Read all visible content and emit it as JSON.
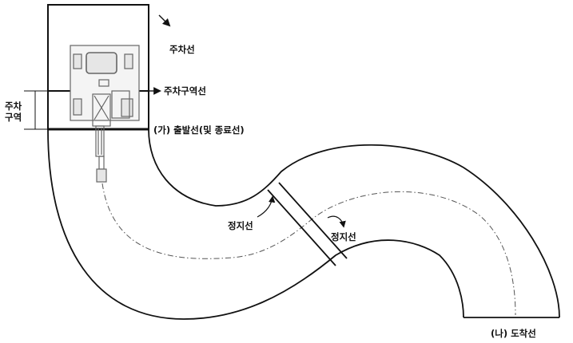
{
  "labels": {
    "parking_line": "주차선",
    "parking_zone_line": "주차구역선",
    "parking_zone_left": [
      "주차",
      "구역"
    ],
    "start_line": "(가) 출발선(및 종료선)",
    "stop_line_left": "정지선",
    "stop_line_right": "정지선",
    "finish_line": "(나) 도착선"
  },
  "colors": {
    "line": "#111111",
    "vehicle": "#666666",
    "vehicle_fill": "#e6e6e6"
  },
  "icons": [
    "excavator-icon",
    "arrow-icon"
  ]
}
